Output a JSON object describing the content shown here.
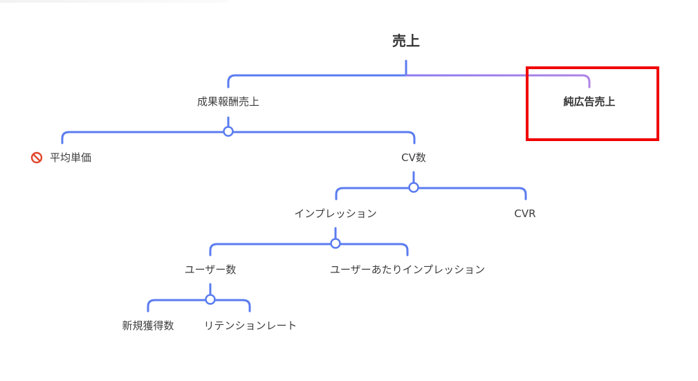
{
  "root": {
    "label": "売上"
  },
  "nodes": {
    "seika": {
      "label": "成果報酬売上"
    },
    "junkokoku": {
      "label": "純広告売上"
    },
    "heikin": {
      "label": "平均単価",
      "icon": "prohibited-icon"
    },
    "cv": {
      "label": "CV数"
    },
    "imp": {
      "label": "インプレッション"
    },
    "cvr": {
      "label": "CVR"
    },
    "users": {
      "label": "ユーザー数"
    },
    "imp_per_user": {
      "label": "ユーザーあたりインプレッション"
    },
    "new_users": {
      "label": "新規獲得数"
    },
    "retention": {
      "label": "リテンションレート"
    }
  },
  "colors": {
    "connector": "#5b7cf0",
    "connector_purple": "#a77fe8",
    "highlight": "#f00000",
    "prohibited": "#e0452b"
  }
}
